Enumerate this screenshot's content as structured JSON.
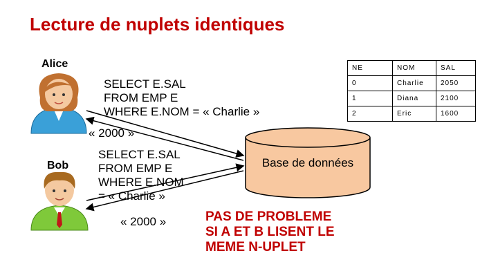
{
  "title": "Lecture de nuplets identiques",
  "users": {
    "alice": {
      "name": "Alice"
    },
    "bob": {
      "name": "Bob"
    }
  },
  "alice_query": {
    "line1": "SELECT E.SAL",
    "line2": "FROM EMP E",
    "line3": "WHERE E.NOM = « Charlie »",
    "result": "« 2000 »"
  },
  "bob_query": {
    "line1": "SELECT E.SAL",
    "line2": "FROM EMP E",
    "line3": "WHERE E.NOM",
    "line4": "= « Charlie »",
    "result": "« 2000 »"
  },
  "database": {
    "label": "Base de données"
  },
  "table": {
    "headers": [
      "NE",
      "NOM",
      "SAL"
    ],
    "rows": [
      [
        "0",
        "Charlie",
        "2050"
      ],
      [
        "1",
        "Diana",
        "2100"
      ],
      [
        "2",
        "Eric",
        "1600"
      ]
    ]
  },
  "warning": {
    "line1": "PAS DE PROBLEME",
    "line2": "SI A ET B LISENT LE",
    "line3": "MEME N-UPLET"
  },
  "colors": {
    "title": "#c00000",
    "database_fill": "#f8c8a0",
    "warning": "#c00000"
  }
}
